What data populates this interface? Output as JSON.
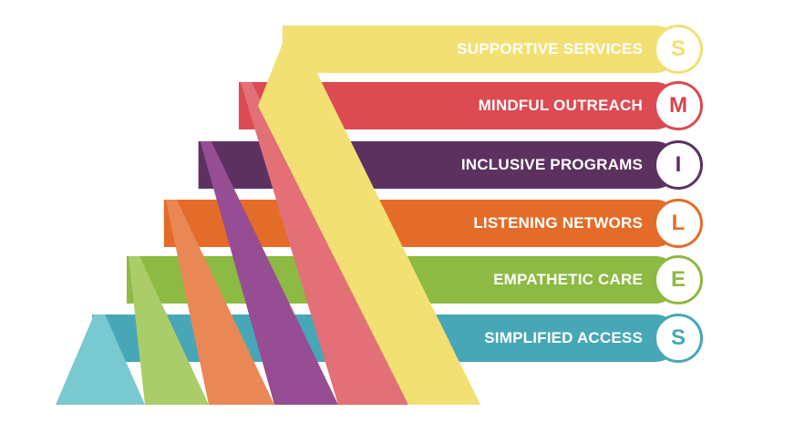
{
  "title": "SMILES",
  "items": [
    {
      "letter": "S",
      "label": "SUPPORTIVE SERVICES",
      "bar_color": "#f2e073",
      "stripe_color": "#f2e073",
      "letter_color": "#f2e073"
    },
    {
      "letter": "M",
      "label": "MINDFUL OUTREACH",
      "bar_color": "#dc4a52",
      "stripe_color": "#e27076",
      "letter_color": "#d8434c"
    },
    {
      "letter": "I",
      "label": "INCLUSIVE PROGRAMS",
      "bar_color": "#5c3160",
      "stripe_color": "#974d93",
      "letter_color": "#5c3160"
    },
    {
      "letter": "L",
      "label": "LISTENING NETWORS",
      "bar_color": "#e46c29",
      "stripe_color": "#ea8855",
      "letter_color": "#e46c29"
    },
    {
      "letter": "E",
      "label": "EMPATHETIC CARE",
      "bar_color": "#8cba42",
      "stripe_color": "#aacd6a",
      "letter_color": "#8cba42"
    },
    {
      "letter": "S",
      "label": "SIMPLIFIED ACCESS",
      "bar_color": "#47a7b6",
      "stripe_color": "#79c9d1",
      "letter_color": "#47a7b6"
    }
  ]
}
